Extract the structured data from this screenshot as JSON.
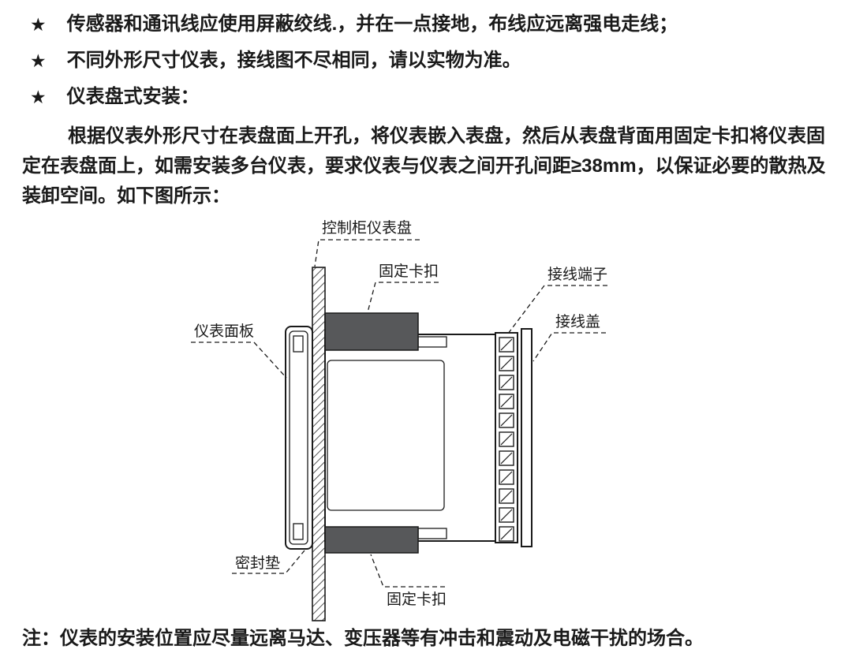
{
  "page": {
    "bullets": [
      {
        "marker": "★",
        "text": "传感器和通讯线应使用屏蔽绞线.，并在一点接地，布线应远离强电走线；"
      },
      {
        "marker": "★",
        "text": "不同外形尺寸仪表，接线图不尽相同，请以实物为准。"
      },
      {
        "marker": "★",
        "text": "仪表盘式安装："
      }
    ],
    "paragraph": "根据仪表外形尺寸在表盘面上开孔，将仪表嵌入表盘，然后从表盘背面用固定卡扣将仪表固定在表盘面上，如需安装多台仪表，要求仪表与仪表之间开孔间距≥38mm，以保证必要的散热及装卸空间。如下图所示：",
    "note": "注：仪表的安装位置应尽量远离马达、变压器等有冲击和震动及电磁干扰的场合。"
  },
  "diagram": {
    "labels": {
      "panel": "控制柜仪表盘",
      "clip_top": "固定卡扣",
      "terminal": "接线端子",
      "cover": "接线盖",
      "front_panel": "仪表面板",
      "gasket": "密封垫",
      "clip_bottom": "固定卡扣"
    },
    "colors": {
      "clip_fill": "#57585a",
      "line": "#1a1a1a"
    }
  }
}
